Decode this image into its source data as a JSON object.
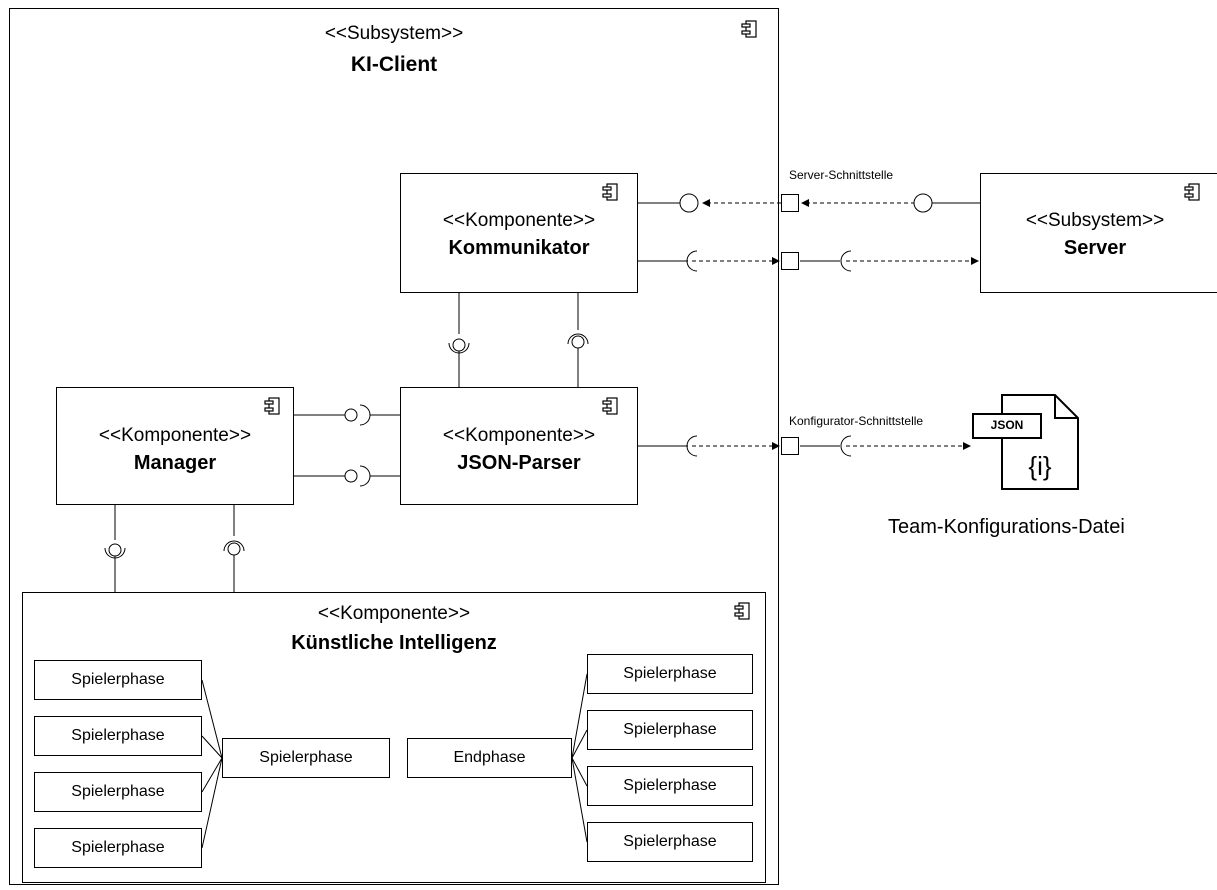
{
  "subsystem_client": {
    "stereotype": "<<Subsystem>>",
    "name": "KI-Client"
  },
  "komm": {
    "stereotype": "<<Komponente>>",
    "name": "Kommunikator"
  },
  "parser": {
    "stereotype": "<<Komponente>>",
    "name": "JSON-Parser"
  },
  "manager": {
    "stereotype": "<<Komponente>>",
    "name": "Manager"
  },
  "ki": {
    "stereotype": "<<Komponente>>",
    "name": "Künstliche Intelligenz"
  },
  "server": {
    "stereotype": "<<Subsystem>>",
    "name": "Server"
  },
  "ports": {
    "server": "Server-Schnittstelle",
    "konfig": "Konfigurator-Schnittstelle"
  },
  "file": {
    "badge": "JSON",
    "glyph": "{i}",
    "caption": "Team-Konfigurations-Datei"
  },
  "phases": {
    "left": [
      "Spielerphase",
      "Spielerphase",
      "Spielerphase",
      "Spielerphase"
    ],
    "left_mid": "Spielerphase",
    "right_mid": "Endphase",
    "right": [
      "Spielerphase",
      "Spielerphase",
      "Spielerphase",
      "Spielerphase"
    ]
  }
}
